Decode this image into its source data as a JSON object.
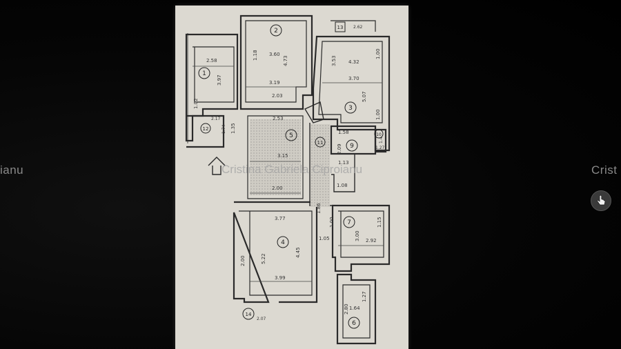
{
  "watermark": "Cristina Gabriela Ciproianu",
  "side_text_left": "ianu",
  "side_text_right": "Crist",
  "cursor_icon": "hand-pointer-icon",
  "rooms": [
    "1",
    "2",
    "3",
    "4",
    "5",
    "6",
    "7",
    "9",
    "10",
    "11",
    "12",
    "13",
    "14"
  ],
  "dimensions": {
    "r1": [
      "2.58",
      "3.97",
      "1.02"
    ],
    "r2": [
      "3.60",
      "3.19",
      "2.03",
      "4.73",
      "1.18"
    ],
    "r3": [
      "4.32",
      "3.70",
      "3.53",
      "5.07",
      "1.00",
      "1.00"
    ],
    "r5": [
      "2.53",
      "3.15",
      "2.00",
      "1.35"
    ],
    "r4": [
      "3.77",
      "5.22",
      "3.99",
      "4.45",
      "2.00",
      "1.86"
    ],
    "r7": [
      "3.00",
      "2.92",
      "1.15",
      "1.00",
      "1.05"
    ],
    "r6": [
      "1.64",
      "2.80",
      "1.27"
    ],
    "r9": [
      "1.58",
      "2.09",
      "1.13",
      "1.08"
    ],
    "r10": [
      "1.27",
      "1.4"
    ],
    "r12": [
      "2.17",
      "1.74"
    ],
    "r13": [
      "2.62"
    ],
    "r14": [
      "2.07"
    ]
  }
}
